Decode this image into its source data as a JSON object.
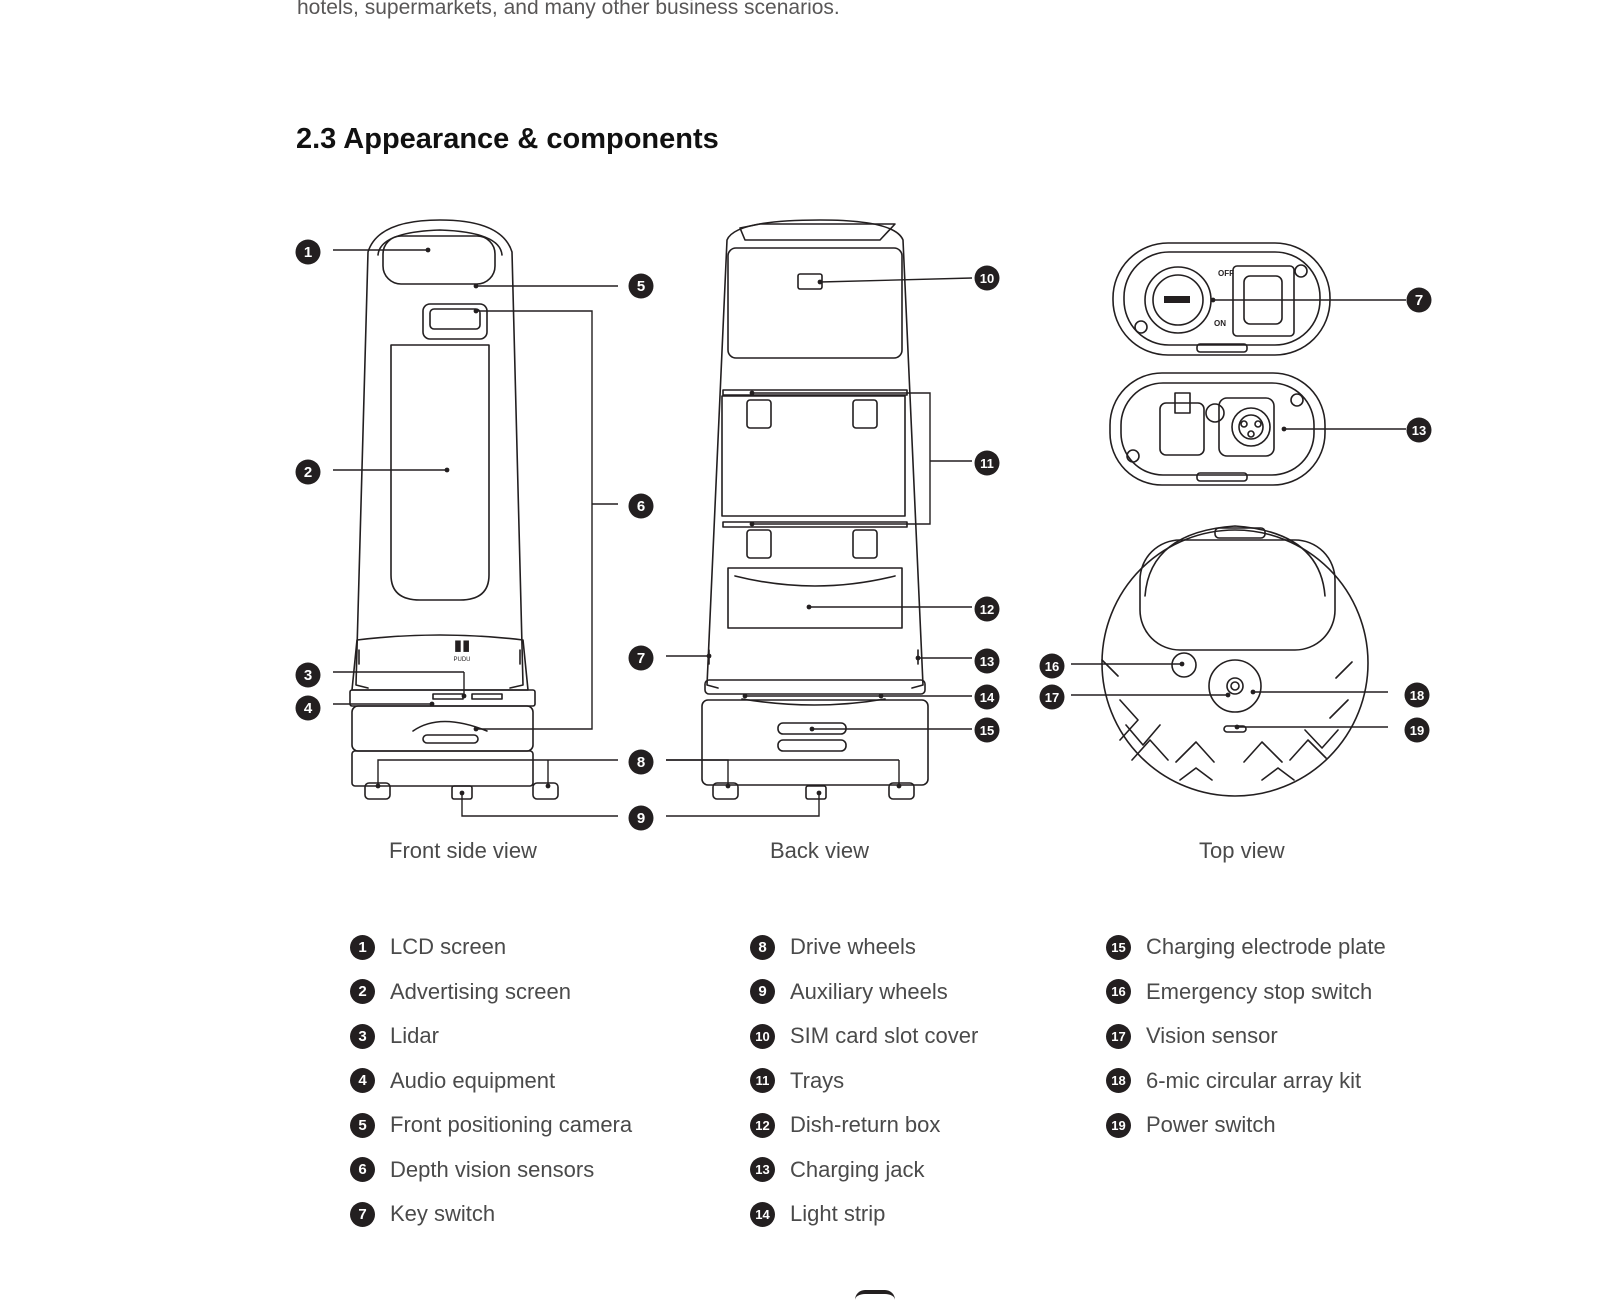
{
  "intro_text": "hotels, supermarkets, and many other business scenarios.",
  "section_title": "2.3 Appearance & components",
  "views": {
    "front": "Front side view",
    "back": "Back view",
    "top": "Top view"
  },
  "top_view_switch": {
    "off": "OFF",
    "on": "ON"
  },
  "brand_mark": "PUDU",
  "callout_numbers": [
    "1",
    "2",
    "3",
    "4",
    "5",
    "6",
    "7",
    "8",
    "9",
    "10",
    "11",
    "12",
    "13",
    "14",
    "15",
    "16",
    "17",
    "18",
    "19"
  ],
  "components": [
    {
      "num": "1",
      "label": "LCD screen"
    },
    {
      "num": "2",
      "label": "Advertising screen"
    },
    {
      "num": "3",
      "label": "Lidar"
    },
    {
      "num": "4",
      "label": "Audio equipment"
    },
    {
      "num": "5",
      "label": "Front positioning camera"
    },
    {
      "num": "6",
      "label": "Depth vision sensors"
    },
    {
      "num": "7",
      "label": "Key switch"
    },
    {
      "num": "8",
      "label": "Drive wheels"
    },
    {
      "num": "9",
      "label": "Auxiliary wheels"
    },
    {
      "num": "10",
      "label": "SIM card slot cover"
    },
    {
      "num": "11",
      "label": "Trays"
    },
    {
      "num": "12",
      "label": "Dish-return box"
    },
    {
      "num": "13",
      "label": "Charging jack"
    },
    {
      "num": "14",
      "label": "Light strip"
    },
    {
      "num": "15",
      "label": "Charging electrode plate"
    },
    {
      "num": "16",
      "label": "Emergency stop switch"
    },
    {
      "num": "17",
      "label": "Vision sensor"
    },
    {
      "num": "18",
      "label": "6-mic circular array kit"
    },
    {
      "num": "19",
      "label": "Power switch"
    }
  ]
}
